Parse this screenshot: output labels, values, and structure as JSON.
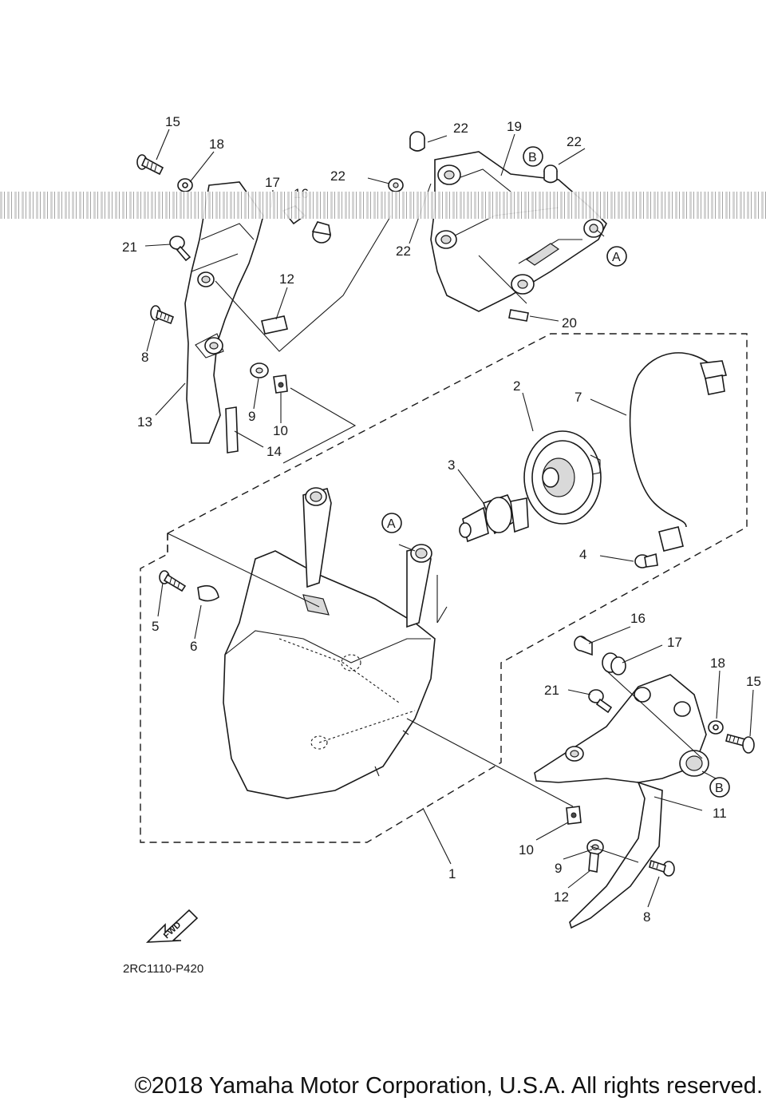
{
  "diagram": {
    "drawing_code": "2RC1110-P420",
    "fwd_label": "FWD",
    "copyright": "©2018 Yamaha Motor Corporation, U.S.A. All rights reserved.",
    "reference_markers": {
      "a": "A",
      "b": "B"
    },
    "callouts": {
      "c1": "1",
      "c2": "2",
      "c3": "3",
      "c4": "4",
      "c5": "5",
      "c6": "6",
      "c7": "7",
      "c8_left": "8",
      "c8_right": "8",
      "c9_left": "9",
      "c9_right": "9",
      "c10_left": "10",
      "c10_right": "10",
      "c11": "11",
      "c12_left": "12",
      "c12_right": "12",
      "c13": "13",
      "c14": "14",
      "c15_left": "15",
      "c15_right": "15",
      "c16_left": "16",
      "c16_right": "16",
      "c17_left": "17",
      "c17_right": "17",
      "c18_left": "18",
      "c18_right": "18",
      "c19": "19",
      "c20": "20",
      "c21_left": "21",
      "c21_right": "21",
      "c22_a": "22",
      "c22_b": "22",
      "c22_c": "22",
      "c22_d": "22"
    }
  }
}
